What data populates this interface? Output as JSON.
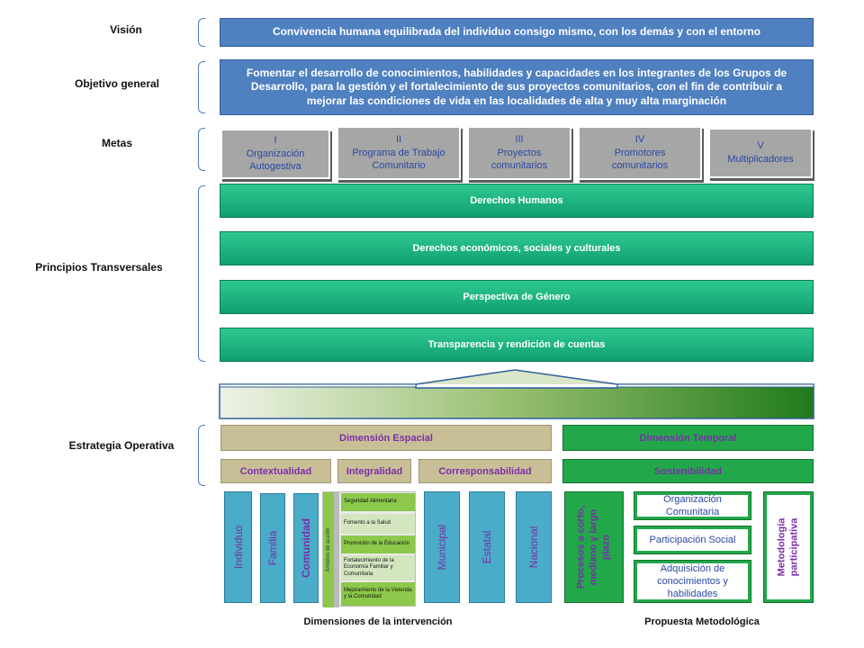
{
  "rows": {
    "vision": "Visión",
    "objetivo": "Objetivo general",
    "metas": "Metas",
    "principios": "Principios   Transversales",
    "estrategia": "Estrategia Operativa"
  },
  "vision_text": "Convivencia humana equilibrada del individuo consigo mismo, con los demás y con el entorno",
  "objetivo_text": "Fomentar el desarrollo de conocimientos, habilidades y capacidades en los integrantes de los Grupos de Desarrollo, para la gestión y el fortalecimiento de sus proyectos comunitarios, con el fin de contribuir a mejorar las condiciones de vida en las localidades de alta y muy alta marginación",
  "metas": [
    "I\nOrganización\nAutogestiva",
    "II\nPrograma de Trabajo\nComunitario",
    "III\nProyectos\ncomunitarios",
    "IV\nPromotores\ncomunitarios",
    "V\nMultiplicadores"
  ],
  "principios": [
    "Derechos Humanos",
    "Derechos económicos,  sociales  y culturales",
    "Perspectiva de Género",
    "Transparencia  y rendición de cuentas"
  ],
  "dimensiones": {
    "espacial": "Dimensión Espacial",
    "temporal": "Dimensión Temporal",
    "contextualidad": "Contextualidad",
    "integralidad": "Integralidad",
    "corresponsabilidad": "Corresponsabilidad",
    "sostenibilidad": "Sostenibilidad"
  },
  "columns": {
    "individuo": "Individuo",
    "familia": "Familia",
    "comunidad": "Comunidad",
    "ambitos": "Ámbitos de acción",
    "municipal": "Municipal",
    "estatal": "Estatal",
    "nacional": "Nacional",
    "procesos": "Procesos  a corto,\nmediano y largo\nplazo",
    "metodologia": "Metodología\nparticipativa"
  },
  "ambitos_items": [
    "Seguridad Alimentaria",
    "Fomento a la Salud",
    "Promoción de la Educación",
    "Fortalecimiento de la Economía Familiar y Comunitaria",
    "Mejoramiento de la Vivienda y la Comunidad"
  ],
  "propuesta_items": [
    "Organización\nComunitaria",
    "Participación Social",
    "Adquisición de\nconocimientos y\nhabilidades"
  ],
  "bottom": {
    "dimensiones_label": "Dimensiones de la intervención",
    "propuesta_label": "Propuesta Metodológica"
  }
}
